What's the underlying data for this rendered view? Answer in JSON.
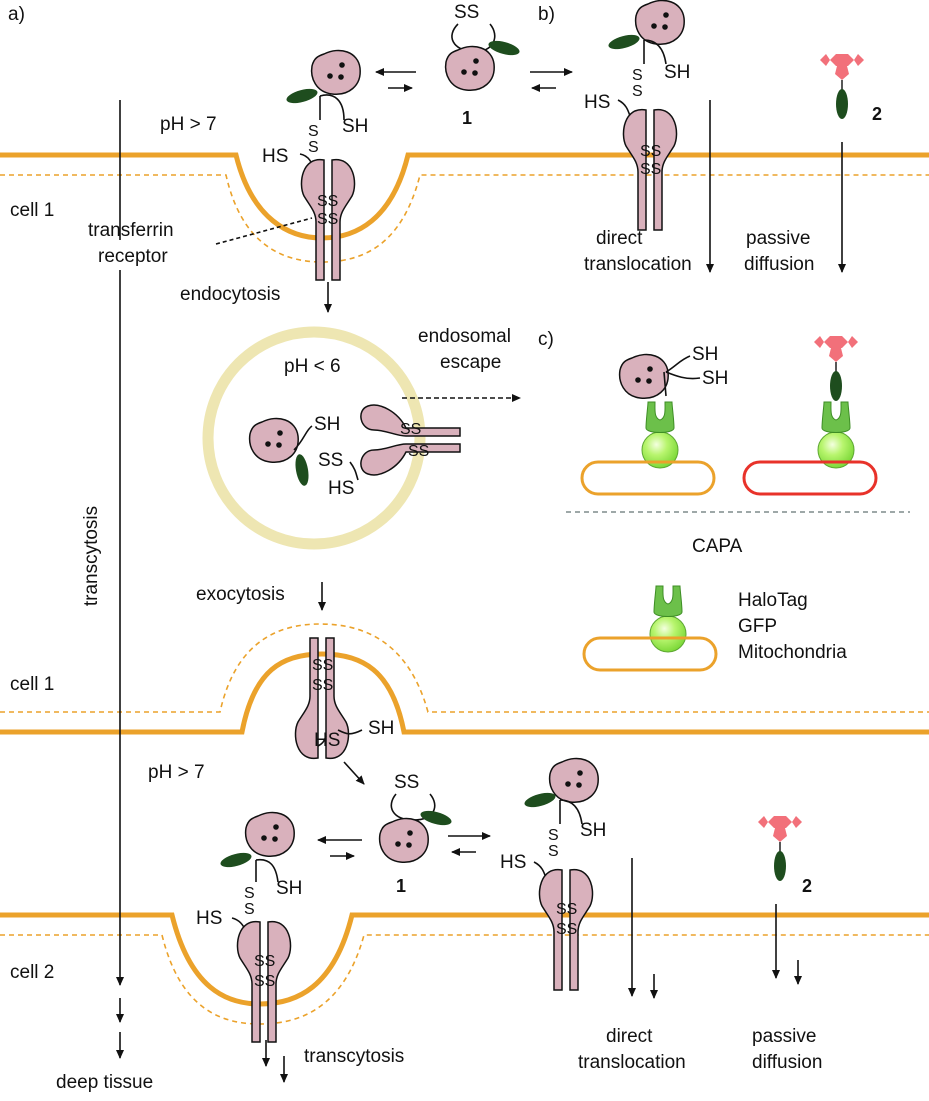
{
  "panels": {
    "a": "a)",
    "b": "b)",
    "c": "c)"
  },
  "labels": {
    "ph_gt7": "pH > 7",
    "ph_lt6": "pH < 6",
    "cell1": "cell 1",
    "cell2": "cell 2",
    "transferrin": "transferrin",
    "receptor": "receptor",
    "endocytosis": "endocytosis",
    "exocytosis": "exocytosis",
    "endosomal": "endosomal",
    "escape": "escape",
    "transcytosis": "transcytosis",
    "deep_tissue": "deep tissue",
    "direct": "direct",
    "translocation": "translocation",
    "passive": "passive",
    "diffusion": "diffusion",
    "capa": "CAPA",
    "halotag": "HaloTag",
    "gfp": "GFP",
    "mitochondria": "Mitochondria",
    "compound1": "1",
    "compound2": "2",
    "ss": "SS",
    "sh": "SH",
    "hs": "HS",
    "s": "S"
  },
  "colors": {
    "membrane": "#EBA22B",
    "protein": "#D9B1BC",
    "dark_green": "#1E4D1E",
    "halotag_green": "#6CC04A",
    "gfp_green": "#A6F060",
    "endosome": "#EEE6B2",
    "red_mito": "#E8322A",
    "red_drug": "#F2707A",
    "divider": "#7E8C8C"
  }
}
